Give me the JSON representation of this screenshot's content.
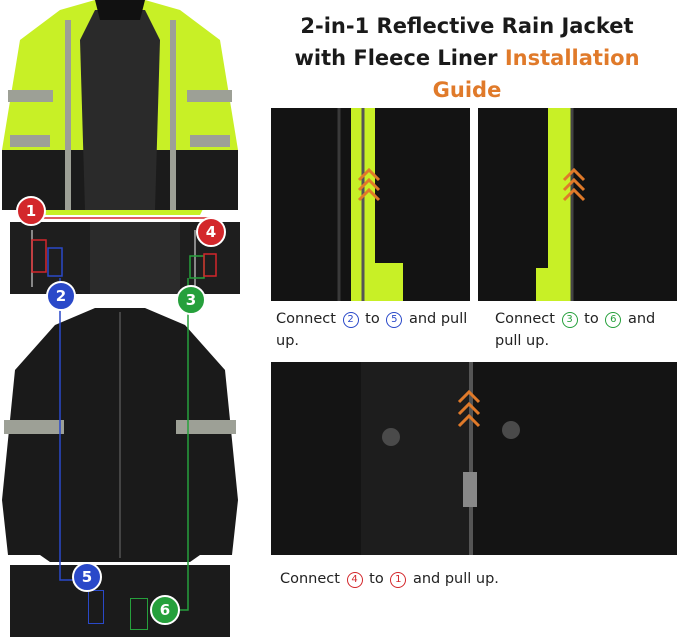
{
  "title": {
    "line1": "2-in-1 Reflective Rain Jacket",
    "line2_prefix": "with Fleece Liner ",
    "line2_accent": "Installation Guide"
  },
  "callouts": [
    "1",
    "2",
    "3",
    "4",
    "5",
    "6"
  ],
  "captions": {
    "step1": {
      "pre": "Connect ",
      "a": "2",
      "mid": " to ",
      "b": "5",
      "post": " and pull up."
    },
    "step2": {
      "pre": "Connect ",
      "a": "3",
      "mid": " to ",
      "b": "6",
      "post": " and pull up."
    },
    "step3": {
      "pre": "Connect ",
      "a": "4",
      "mid": " to ",
      "b": "1",
      "post": " and pull up."
    }
  },
  "colors": {
    "hi_vis": "#c8f026",
    "accent": "#e07a2a",
    "red": "#d3272b",
    "blue": "#2a49c9",
    "green": "#26a03c"
  }
}
